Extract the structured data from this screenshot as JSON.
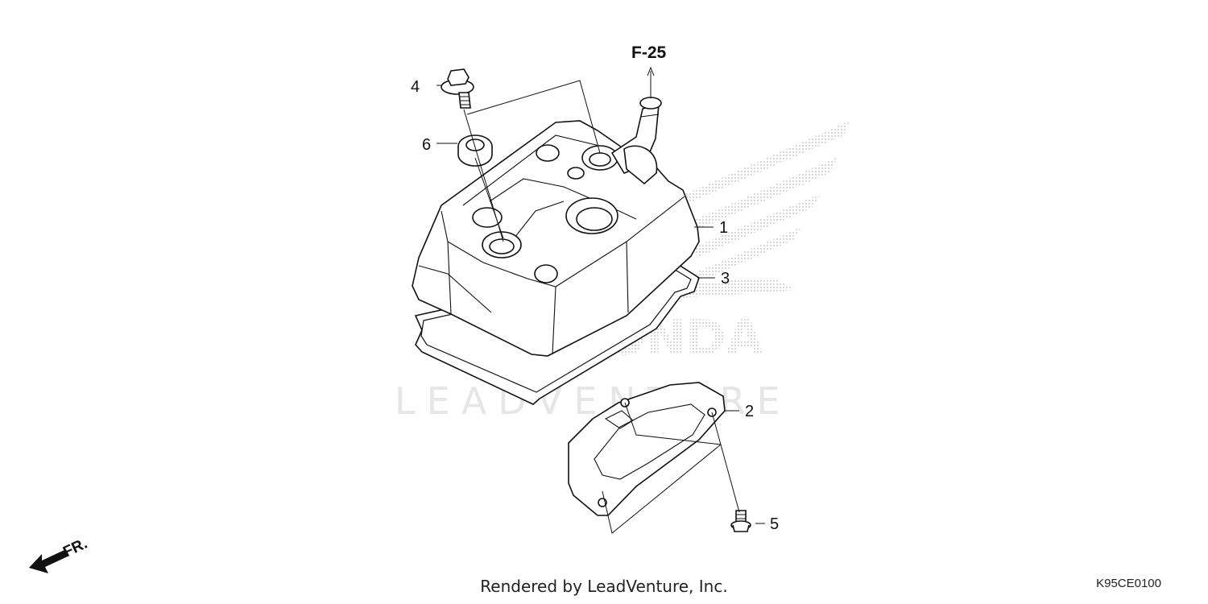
{
  "reference_label": "F-25",
  "callouts": {
    "cover": "1",
    "plate": "2",
    "gasket": "3",
    "bolt": "4",
    "small_bolt": "5",
    "seal_washer": "6"
  },
  "watermark": "LEADVENTURE",
  "brand_mark": "HONDA",
  "direction_label": "FR.",
  "footer_text": "Rendered by LeadVenture, Inc.",
  "diagram_code": "K95CE0100",
  "colors": {
    "line": "#111111",
    "watermark": "#e6e6e6",
    "background": "#ffffff"
  }
}
